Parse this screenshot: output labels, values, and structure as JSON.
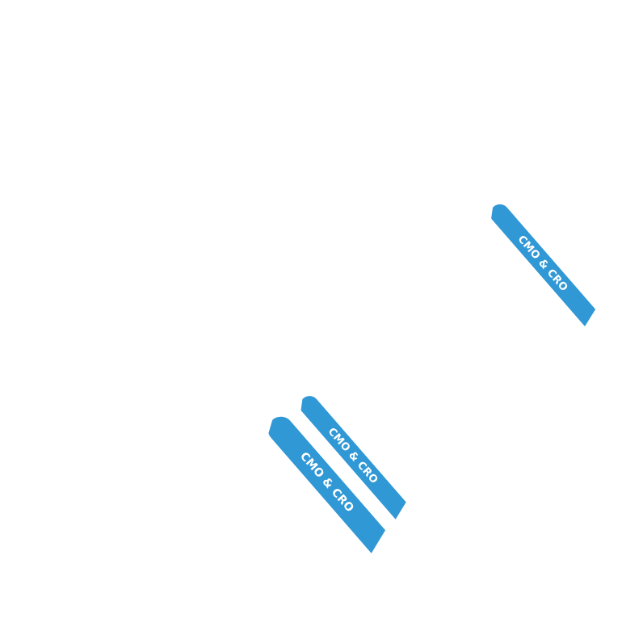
{
  "colors": {
    "background": "#ffffff",
    "tag_fill": "#3198d6",
    "tag_text": "#ffffff"
  },
  "tags": [
    {
      "label": "CMO & CRO"
    },
    {
      "label": "CMO & CRO"
    },
    {
      "label": "CMO & CRO"
    }
  ]
}
